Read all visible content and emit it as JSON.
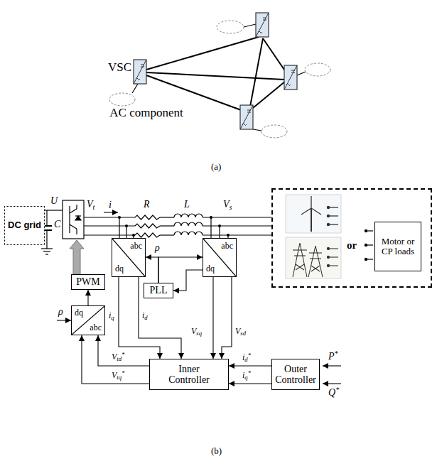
{
  "diagram": {
    "nodes": [
      {
        "text": [
          "DC grid"
        ]
      },
      {
        "text": [
          "abc",
          "dq"
        ]
      },
      {
        "text": [
          "abc",
          "dq"
        ]
      },
      {
        "text": [
          "PLL"
        ]
      },
      {
        "text": [
          "PWM"
        ]
      },
      {
        "text": [
          "dq",
          "abc"
        ]
      },
      {
        "text": [
          "Inner Controller"
        ]
      },
      {
        "text": [
          "Outer Controller"
        ]
      },
      {
        "text": [
          "or"
        ]
      },
      {
        "text": [
          "Motor or CP loads"
        ],
        "in": 8
      }
    ],
    "edges": [
      {
        "from": 1,
        "to": 6,
        "arrow": "to",
        "label": "iq"
      },
      {
        "from": 1,
        "to": 6,
        "arrow": "to",
        "label": "id"
      },
      {
        "from": 2,
        "to": 6,
        "arrow": "to",
        "label": "Vsq"
      },
      {
        "from": 2,
        "to": 6,
        "arrow": "to",
        "label": "Vsd"
      },
      {
        "from": 2,
        "to": 3,
        "arrow": "to"
      },
      {
        "from": 3,
        "to": 1,
        "arrow": "to"
      },
      {
        "from": 3,
        "to": 2,
        "arrow": "to"
      },
      {
        "from": 6,
        "to": 5,
        "arrow": "to",
        "label": "Vtd*"
      },
      {
        "from": 6,
        "to": 5,
        "arrow": "to",
        "label": "Vtq*"
      },
      {
        "from": 5,
        "to": 4,
        "arrow": "to"
      },
      {
        "from": 7,
        "to": 6,
        "arrow": "to",
        "label": "id*"
      },
      {
        "from": 7,
        "to": 6,
        "arrow": "to",
        "label": "iq*"
      }
    ],
    "labels": [
      "VSC",
      "AC component",
      "(a)",
      "U",
      "C",
      "Vt",
      "i",
      "R",
      "L",
      "Vs",
      "ρ",
      "ρ",
      "P*",
      "Q*",
      "(b)"
    ]
  }
}
